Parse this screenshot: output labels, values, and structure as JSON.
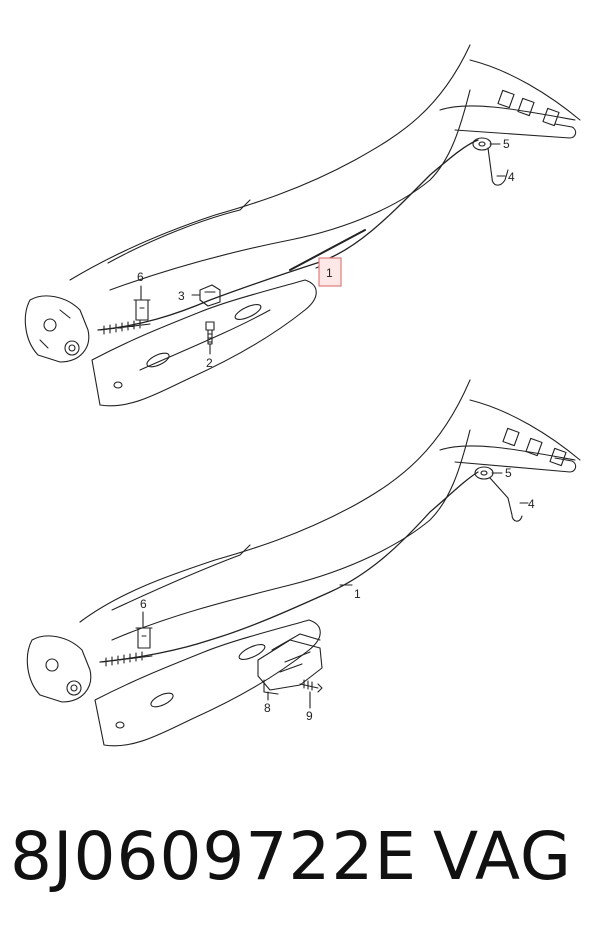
{
  "diagram": {
    "upper": {
      "callouts": [
        "1",
        "2",
        "3",
        "4",
        "5",
        "6"
      ]
    },
    "lower": {
      "callouts": [
        "1",
        "4",
        "5",
        "6",
        "8",
        "9"
      ]
    }
  },
  "footer": {
    "part_number": "8J0609722E",
    "brand": "VAG"
  },
  "colors": {
    "highlight_fill": "#fde7e7",
    "highlight_stroke": "#e07b7b",
    "line": "#222222"
  }
}
